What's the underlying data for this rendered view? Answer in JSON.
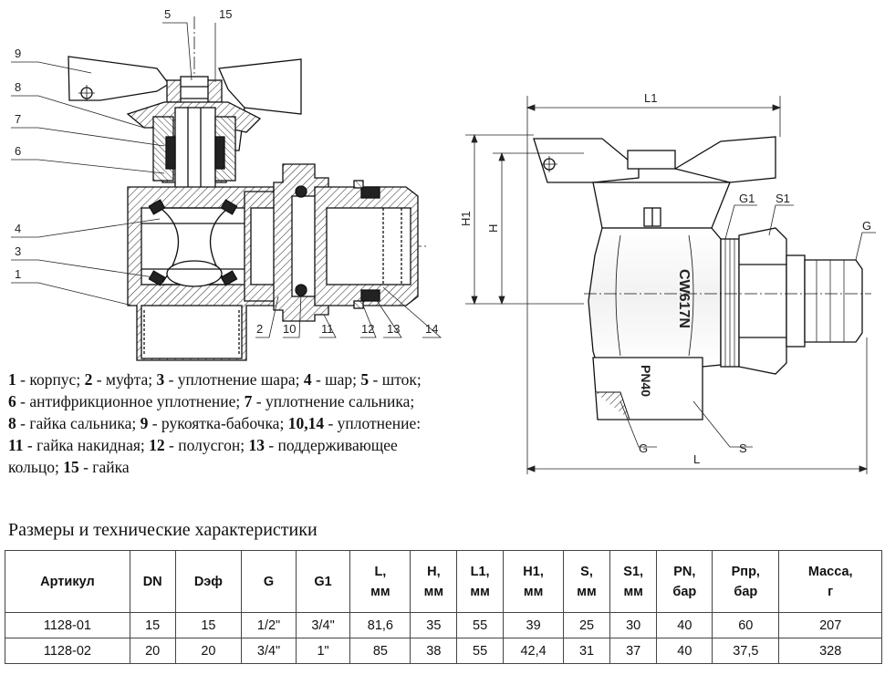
{
  "callouts": [
    "5",
    "15",
    "9",
    "8",
    "7",
    "6",
    "4",
    "3",
    "1",
    "2",
    "10",
    "11",
    "12",
    "13",
    "14"
  ],
  "dimensions": {
    "l1": "L1",
    "h1": "H1",
    "h": "H",
    "g1": "G1",
    "s1": "S1",
    "g_top": "G",
    "g_bottom": "G",
    "s": "S",
    "l": "L"
  },
  "body_marks": {
    "material": "CW617N",
    "pressure": "PN40"
  },
  "legend": [
    [
      {
        "b": "1"
      },
      {
        "t": " - корпус; "
      },
      {
        "b": "2"
      },
      {
        "t": " - муфта; "
      },
      {
        "b": "3"
      },
      {
        "t": " - уплотнение шара; "
      },
      {
        "b": "4"
      },
      {
        "t": " - шар; "
      },
      {
        "b": "5"
      },
      {
        "t": " - шток;"
      }
    ],
    [
      {
        "b": "6"
      },
      {
        "t": " - антифрикционное уплотнение; "
      },
      {
        "b": "7"
      },
      {
        "t": " - уплотнение сальника;"
      }
    ],
    [
      {
        "b": "8"
      },
      {
        "t": " - гайка сальника; "
      },
      {
        "b": "9"
      },
      {
        "t": " - рукоятка-бабочка; "
      },
      {
        "b": "10,14"
      },
      {
        "t": " - уплотнение:"
      }
    ],
    [
      {
        "b": "11"
      },
      {
        "t": " - гайка накидная; "
      },
      {
        "b": "12"
      },
      {
        "t": " - полусгон; "
      },
      {
        "b": "13"
      },
      {
        "t": " - поддерживающее"
      }
    ],
    [
      {
        "t": "кольцо; "
      },
      {
        "b": "15"
      },
      {
        "t": " - гайка"
      }
    ]
  ],
  "section_title": "Размеры и технические характеристики",
  "table": {
    "headers": [
      [
        "Артикул"
      ],
      [
        "DN"
      ],
      [
        "Dэф"
      ],
      [
        "G"
      ],
      [
        "G1"
      ],
      [
        "L,",
        "мм"
      ],
      [
        "H,",
        "мм"
      ],
      [
        "L1,",
        "мм"
      ],
      [
        "H1,",
        "мм"
      ],
      [
        "S,",
        "мм"
      ],
      [
        "S1,",
        "мм"
      ],
      [
        "PN,",
        "бар"
      ],
      [
        "Pпр,",
        "бар"
      ],
      [
        "Масса,",
        "г"
      ]
    ],
    "rows": [
      [
        "1128-01",
        "15",
        "15",
        "1/2\"",
        "3/4\"",
        "81,6",
        "35",
        "55",
        "39",
        "25",
        "30",
        "40",
        "60",
        "207"
      ],
      [
        "1128-02",
        "20",
        "20",
        "3/4\"",
        "1\"",
        "85",
        "38",
        "55",
        "42,4",
        "31",
        "37",
        "40",
        "37,5",
        "328"
      ]
    ]
  }
}
